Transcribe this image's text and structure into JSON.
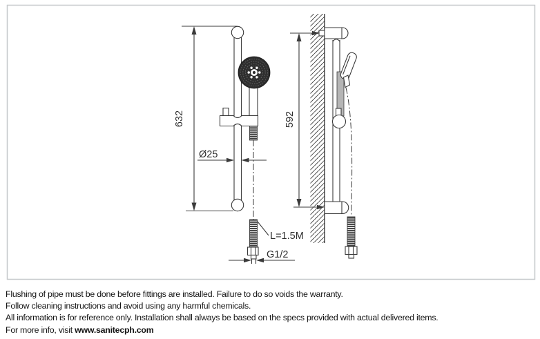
{
  "drawing": {
    "front_view": {
      "height_dim": "632",
      "diameter_dim": "Ø25",
      "hose_length_label": "L=1.5M",
      "thread_size_label": "G1/2"
    },
    "side_view": {
      "height_dim": "592"
    }
  },
  "notes": {
    "line1": "Flushing of pipe must be done before fittings are installed. Failure to do so voids the warranty.",
    "line2": "Follow cleaning instructions and avoid using any harmful chemicals.",
    "line3": "All information is for reference only. Installation shall always be based on the specs provided with actual delivered items.",
    "line4_prefix": "For more info, visit ",
    "line4_link": "www.sanitecph.com"
  },
  "colors": {
    "line": "#3a3a3a",
    "frame_border": "#c5c8ca",
    "shower_head_fill": "#2e2e2e",
    "handle_shade": "#b5b5b5"
  }
}
